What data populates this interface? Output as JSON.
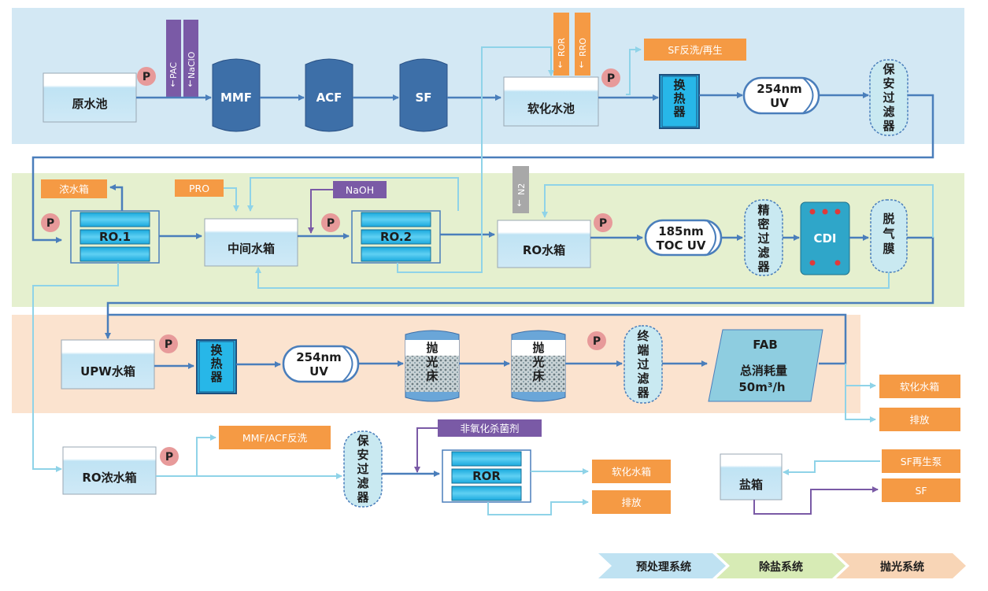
{
  "colors": {
    "pretreat_bg": "#d3e8f4",
    "desalt_bg": "#e5f0cf",
    "polish_bg": "#fbe3cf",
    "orange": "#f59a44",
    "purple": "#7a5aa6",
    "main_line": "#4a7ebb",
    "light_line": "#8fd3e8",
    "tank_blue": "#3d6fa8",
    "ro_cyan": "#27b7e8",
    "pump": "#e79a9a"
  },
  "tanks": {
    "raw": "原水池",
    "soft": "软化水池",
    "intermediate": "中间水箱",
    "ro": "RO水箱",
    "upw": "UPW水箱",
    "ro_conc": "RO浓水箱",
    "salt": "盐箱"
  },
  "filters": {
    "mmf": "MMF",
    "acf": "ACF",
    "sf": "SF"
  },
  "membranes": {
    "ro1": "RO.1",
    "ro2": "RO.2",
    "ror": "ROR"
  },
  "units": {
    "hx1": "换热器",
    "hx2": "换热器",
    "uv254_a": [
      "254nm",
      "UV"
    ],
    "uv254_b": [
      "254nm",
      "UV"
    ],
    "uv185": [
      "185nm",
      "TOC UV"
    ],
    "security_filter_1": "保安过滤器",
    "precision_filter": "精密过滤器",
    "cdi": "CDI",
    "degas": "脱气膜",
    "polish_bed_1": "抛光床",
    "polish_bed_2": "抛光床",
    "final_filter": "终端过滤器",
    "security_filter_2": "保安过滤器",
    "fab": [
      "FAB",
      "总消耗量",
      "50m³/h"
    ]
  },
  "chemicals": {
    "pac": "PAC",
    "naclo": "NaClO",
    "ror": "ROR",
    "rro": "RRO",
    "n2": "N2",
    "naoh": "NaOH",
    "pro": "PRO",
    "biocide": "非氧化杀菌剂"
  },
  "outputs": {
    "sf_backwash": "SF反洗/再生",
    "conc_tank": "浓水箱",
    "soft_tank_1": "软化水箱",
    "discharge_1": "排放",
    "mmf_acf_backwash": "MMF/ACF反洗",
    "soft_tank_2": "软化水箱",
    "discharge_2": "排放",
    "sf_regen_pump": "SF再生泵",
    "sf": "SF"
  },
  "pump_label": "P",
  "legend": [
    "预处理系统",
    "除盐系统",
    "抛光系统"
  ]
}
